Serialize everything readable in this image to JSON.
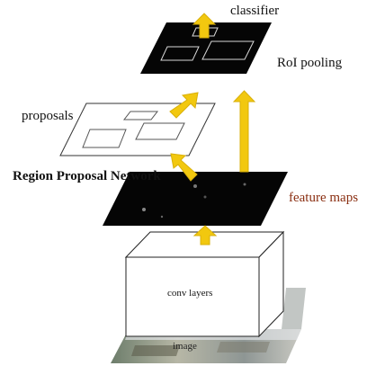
{
  "labels": {
    "classifier": "classifier",
    "roi_pooling": "RoI pooling",
    "proposals": "proposals",
    "rpn": "Region Proposal Network",
    "feature_maps": "feature maps",
    "conv_layers": "conv layers",
    "image": "image"
  },
  "colors": {
    "arrow": "#F2C80F",
    "arrow_edge": "#D9B00A",
    "feature_plane": "#050505",
    "feature_maps_label": "#8a2f12",
    "proposal_box": "#555555",
    "roi_box": "#d8d8d8"
  }
}
